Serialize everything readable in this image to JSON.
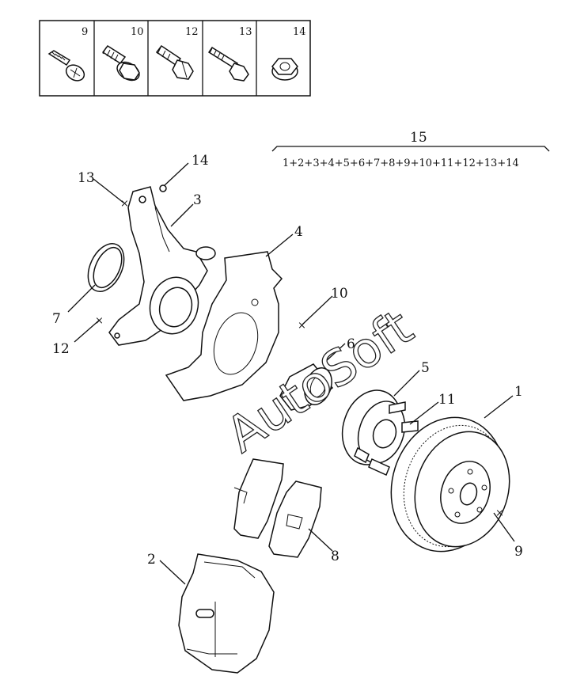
{
  "fastener_table": {
    "cells": [
      {
        "number": "9",
        "icon": "phillips-screw-icon"
      },
      {
        "number": "10",
        "icon": "flange-bolt-icon"
      },
      {
        "number": "12",
        "icon": "hex-bolt-icon"
      },
      {
        "number": "13",
        "icon": "long-bolt-icon"
      },
      {
        "number": "14",
        "icon": "flange-nut-icon"
      }
    ]
  },
  "assembly": {
    "number": "15",
    "formula": "1+2+3+4+5+6+7+8+9+10+11+12+13+14"
  },
  "callouts": {
    "c1": "1",
    "c2": "2",
    "c3": "3",
    "c4": "4",
    "c5": "5",
    "c6": "6",
    "c7": "7",
    "c8": "8",
    "c9": "9",
    "c10": "10",
    "c11": "11",
    "c12": "12",
    "c13": "13",
    "c14": "14"
  },
  "watermark": "AutoSoft"
}
